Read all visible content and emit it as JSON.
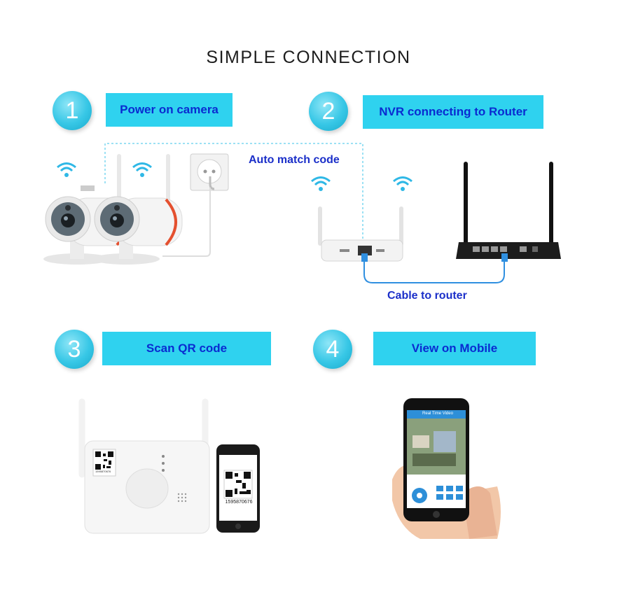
{
  "title": "SIMPLE CONNECTION",
  "steps": [
    {
      "number": "1",
      "label": "Power on camera"
    },
    {
      "number": "2",
      "label": "NVR connecting to Router"
    },
    {
      "number": "3",
      "label": "Scan QR code"
    },
    {
      "number": "4",
      "label": "View on Mobile"
    }
  ],
  "annotations": {
    "auto_match": "Auto match code",
    "cable_to_router": "Cable to router"
  },
  "nvr_device": {
    "qr_serial": "1595870676"
  },
  "qr_phone": {
    "serial": "1595870676"
  },
  "mobile_app": {
    "header": "Real Time Video"
  },
  "colors": {
    "step_bar": "#2fd2ef",
    "step_text": "#0a2bd1",
    "circle": "#37c7e6",
    "wifi": "#2fb8e6",
    "cable": "#2f8fe0"
  },
  "icons": [
    "wifi-icon",
    "power-outlet-icon",
    "security-camera-icon",
    "nvr-icon",
    "router-icon",
    "smartphone-icon",
    "qr-code-icon"
  ]
}
